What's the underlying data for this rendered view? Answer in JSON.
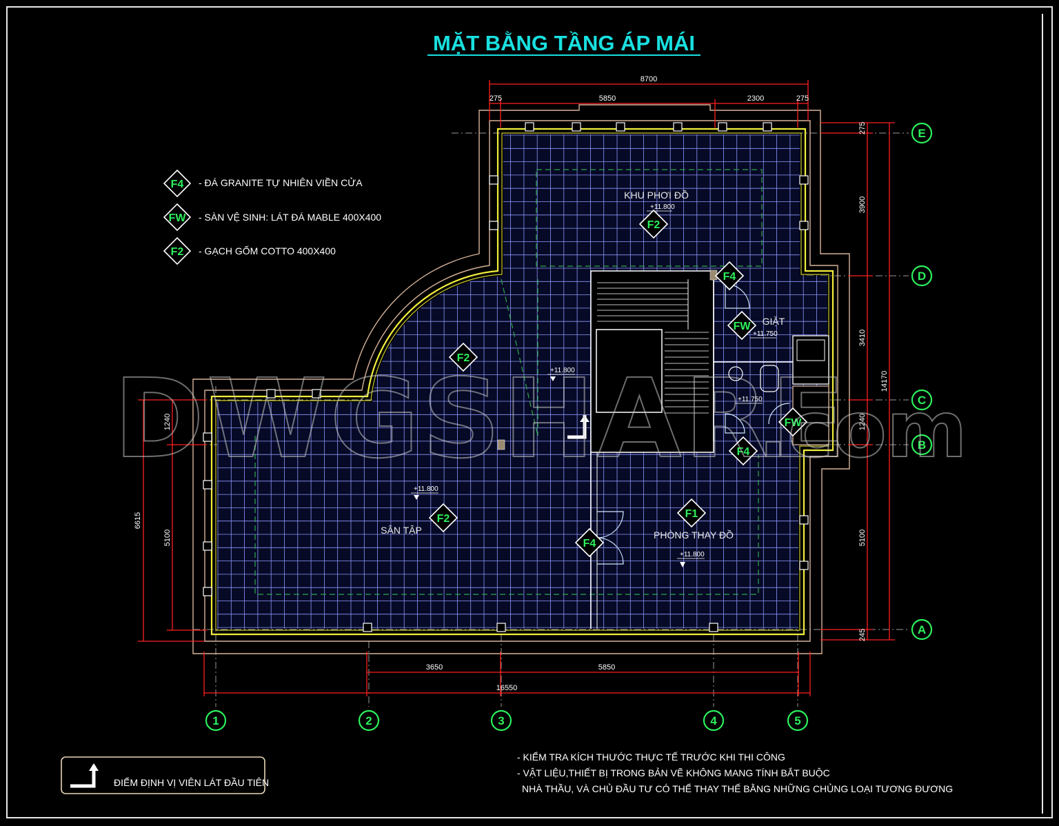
{
  "drawing": {
    "title": "MẶT BẰNG TẦNG ÁP MÁI",
    "colors": {
      "title": "#19e0e0",
      "dimension": "#ff2020",
      "wall_outer": "#d8b49a",
      "wall_inner": "#f2ef3c",
      "tile_grid": "#8f97ff",
      "tag": "#2cf05c",
      "background": "#000000"
    }
  },
  "legend": [
    {
      "code": "F4",
      "text": "- ĐÁ GRANITE TỰ NHIÊN VIỀN CỬA"
    },
    {
      "code": "FW",
      "text": "- SÀN VỆ SINH: LÁT ĐÁ MABLE 400X400"
    },
    {
      "code": "F2",
      "text": "- GẠCH GỐM COTTO 400X400"
    }
  ],
  "dimensions": {
    "top_total": "8700",
    "top_left_edge": "275",
    "top_main": "5850",
    "top_right_main": "2300",
    "top_right_edge": "275",
    "bottom_mid1": "3650",
    "bottom_mid2": "5850",
    "bottom_total": "16550",
    "left_outer": "6615",
    "left_small": "1240",
    "left_main": "5100",
    "right_275": "275",
    "right_3900": "3900",
    "right_3410": "3410",
    "right_1240": "1240",
    "right_5100": "5100",
    "right_245": "245",
    "right_total": "14170"
  },
  "rooms": {
    "khu_phoi_do": "KHU PHƠI ĐỒ",
    "san_tap": "SÂN TẬP",
    "phong_thay_do": "PHÒNG THAY ĐỒ",
    "giat": "GIẶT"
  },
  "elevations": {
    "khu_phoi_do": "+11.800",
    "center": "+11.800",
    "san_tap": "+11.800",
    "phong_thay_do": "+11.800",
    "giat": "+11.750",
    "wc": "+11.750"
  },
  "tags": {
    "khu_phoi_do": "F2",
    "center": "F2",
    "san_tap": "F2",
    "phong_thay_do": "F1",
    "door_top": "F4",
    "door_bottom": "F4",
    "door_wc": "F4",
    "giat": "FW",
    "wc": "FW"
  },
  "axes_vertical": [
    "E",
    "D",
    "C",
    "B",
    "A"
  ],
  "axes_horizontal": [
    "1",
    "2",
    "3",
    "4",
    "5"
  ],
  "notes": [
    "- KIỂM TRA KÍCH THƯỚC THỰC TẾ TRƯỚC KHI THI CÔNG",
    "- VẬT LIỆU,THIẾT BỊ TRONG BẢN VẼ KHÔNG MANG TÍNH BẮT BUỘC",
    "NHÀ THẦU, VÀ CHỦ ĐẦU TƯ CÓ THỂ THAY THẾ BẰNG NHỮNG CHỦNG LOẠI TƯƠNG ĐƯƠNG"
  ],
  "start_point": {
    "label": "ĐIỂM ĐỊNH VỊ VIÊN LÁT ĐẦU TIÊN"
  },
  "watermark": {
    "text": "DWGSHARE",
    "suffix": ".com"
  }
}
